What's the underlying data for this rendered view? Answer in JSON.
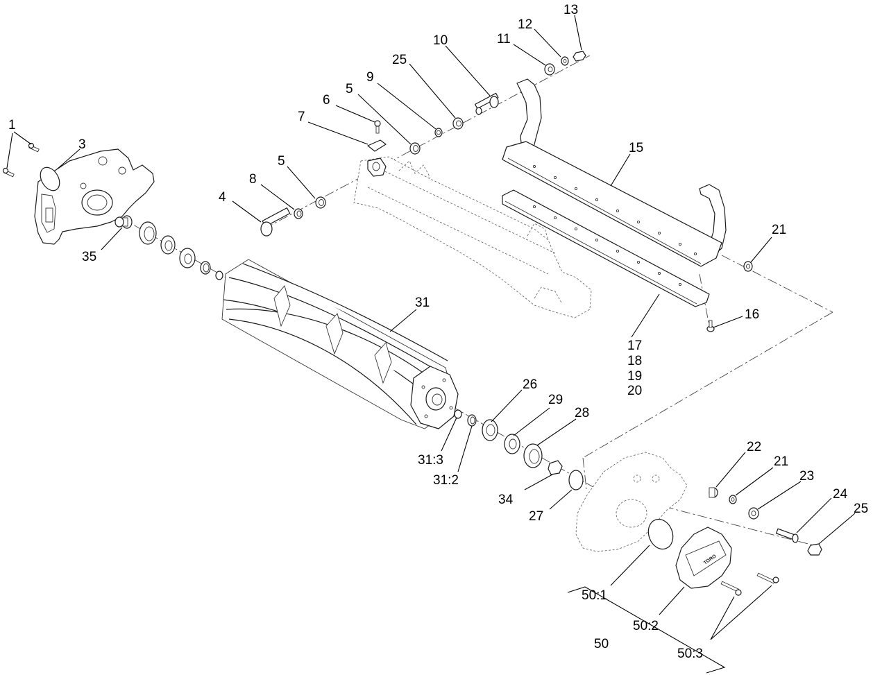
{
  "callouts": [
    {
      "id": "c1",
      "text": "1"
    },
    {
      "id": "c3",
      "text": "3"
    },
    {
      "id": "c35",
      "text": "35"
    },
    {
      "id": "c4",
      "text": "4"
    },
    {
      "id": "c8",
      "text": "8"
    },
    {
      "id": "c5a",
      "text": "5"
    },
    {
      "id": "c7",
      "text": "7"
    },
    {
      "id": "c6",
      "text": "6"
    },
    {
      "id": "c5b",
      "text": "5"
    },
    {
      "id": "c9",
      "text": "9"
    },
    {
      "id": "c25a",
      "text": "25"
    },
    {
      "id": "c10",
      "text": "10"
    },
    {
      "id": "c11",
      "text": "11"
    },
    {
      "id": "c12",
      "text": "12"
    },
    {
      "id": "c13",
      "text": "13"
    },
    {
      "id": "c15",
      "text": "15"
    },
    {
      "id": "c21a",
      "text": "21"
    },
    {
      "id": "c16",
      "text": "16"
    },
    {
      "id": "c17",
      "text": "17"
    },
    {
      "id": "c18",
      "text": "18"
    },
    {
      "id": "c19",
      "text": "19"
    },
    {
      "id": "c20",
      "text": "20"
    },
    {
      "id": "c31",
      "text": "31"
    },
    {
      "id": "c26",
      "text": "26"
    },
    {
      "id": "c29",
      "text": "29"
    },
    {
      "id": "c28",
      "text": "28"
    },
    {
      "id": "c31-3",
      "text": "31:3"
    },
    {
      "id": "c31-2",
      "text": "31:2"
    },
    {
      "id": "c34",
      "text": "34"
    },
    {
      "id": "c27",
      "text": "27"
    },
    {
      "id": "c22",
      "text": "22"
    },
    {
      "id": "c21b",
      "text": "21"
    },
    {
      "id": "c23",
      "text": "23"
    },
    {
      "id": "c24",
      "text": "24"
    },
    {
      "id": "c25b",
      "text": "25"
    },
    {
      "id": "c50-1",
      "text": "50:1"
    },
    {
      "id": "c50-2",
      "text": "50:2"
    },
    {
      "id": "c50",
      "text": "50"
    },
    {
      "id": "c50-3",
      "text": "50:3"
    }
  ],
  "cover_brand": "TORO"
}
